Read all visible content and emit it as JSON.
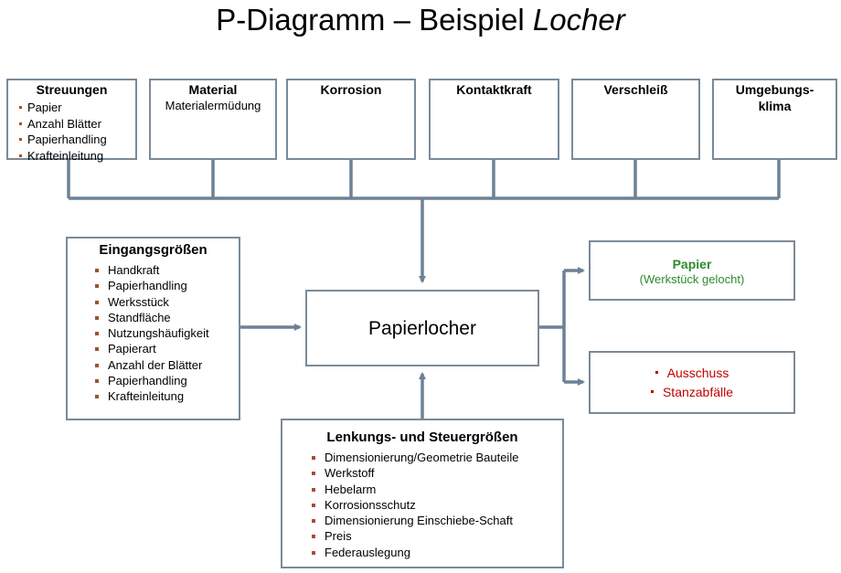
{
  "title": {
    "prefix": "P-Diagramm – Beispiel ",
    "emphasis": "Locher"
  },
  "noise_factors": [
    {
      "title": "Streuungen",
      "items": [
        "Papier",
        "Anzahl Blätter",
        "Papierhandling",
        "Krafteinleitung"
      ]
    },
    {
      "title": "Material",
      "subtitle": "Materialermüdung"
    },
    {
      "title": "Korrosion"
    },
    {
      "title": "Kontaktkraft"
    },
    {
      "title": "Verschleiß"
    },
    {
      "title": "Umgebungs-",
      "title_line2": "klima"
    }
  ],
  "inputs": {
    "title": "Eingangsgrößen",
    "items": [
      "Handkraft",
      "Papierhandling",
      "Werksstück",
      "Standfläche",
      "Nutzungshäufigkeit",
      "Papierart",
      "Anzahl der Blätter",
      "Papierhandling",
      "Krafteinleitung"
    ]
  },
  "system": {
    "label": "Papierlocher"
  },
  "output_ideal": {
    "title": "Papier",
    "subtitle": "(Werkstück gelocht)"
  },
  "output_error": {
    "items": [
      "Ausschuss",
      "Stanzabfälle"
    ]
  },
  "control": {
    "title": "Lenkungs- und Steuergrößen",
    "items": [
      "Dimensionierung/Geometrie Bauteile",
      "Werkstoff",
      "Hebelarm",
      "Korrosionsschutz",
      "Dimensionierung Einschiebe-Schaft",
      "Preis",
      "Federauslegung"
    ]
  },
  "colors": {
    "connector": "#6d8196",
    "box_border": "#7a8a99",
    "ideal_output": "#2e8b2e",
    "error_output": "#c00000",
    "bullet": "#a0522d"
  }
}
